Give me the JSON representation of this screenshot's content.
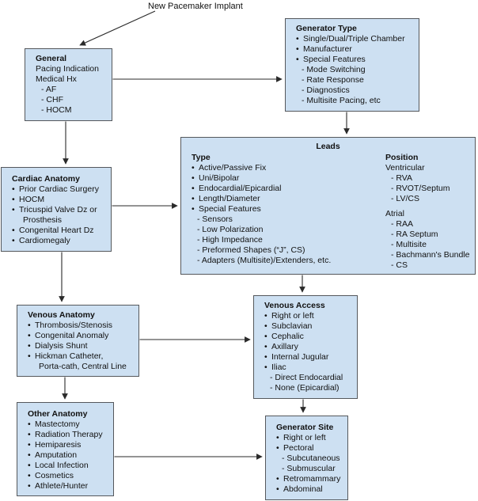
{
  "figure": {
    "root_label": "New Pacemaker Implant"
  },
  "colors": {
    "box_fill": "#cde0f2",
    "box_border": "#55585c",
    "connector": "#2a2a2a",
    "text": "#111111",
    "background": "#ffffff"
  },
  "boxes": {
    "general": {
      "title": "General",
      "lines": [
        {
          "style": "plain",
          "text": "Pacing Indication"
        },
        {
          "style": "plain",
          "text": "Medical Hx"
        },
        {
          "style": "dash",
          "text": "AF"
        },
        {
          "style": "dash",
          "text": "CHF"
        },
        {
          "style": "dash",
          "text": "HOCM"
        }
      ]
    },
    "generator_type": {
      "title": "Generator Type",
      "lines": [
        {
          "style": "bullet",
          "text": "Single/Dual/Triple Chamber"
        },
        {
          "style": "bullet",
          "text": "Manufacturer"
        },
        {
          "style": "bullet",
          "text": "Special Features"
        },
        {
          "style": "dash",
          "text": "Mode Switching"
        },
        {
          "style": "dash",
          "text": "Rate Response"
        },
        {
          "style": "dash",
          "text": "Diagnostics"
        },
        {
          "style": "dash",
          "text": "Multisite Pacing, etc"
        }
      ]
    },
    "leads": {
      "title": "Leads",
      "left": {
        "heading": "Type",
        "lines": [
          {
            "style": "bullet",
            "text": "Active/Passive Fix"
          },
          {
            "style": "bullet",
            "text": "Uni/Bipolar"
          },
          {
            "style": "bullet",
            "text": "Endocardial/Epicardial"
          },
          {
            "style": "bullet",
            "text": "Length/Diameter"
          },
          {
            "style": "bullet",
            "text": "Special Features"
          },
          {
            "style": "dash",
            "text": "Sensors"
          },
          {
            "style": "dash",
            "text": "Low Polarization"
          },
          {
            "style": "dash",
            "text": "High Impedance"
          },
          {
            "style": "dash",
            "text": "Preformed Shapes (“J”, CS)"
          },
          {
            "style": "dash",
            "text": "Adapters (Multisite)/Extenders, etc."
          }
        ]
      },
      "right": {
        "heading": "Position",
        "lines": [
          {
            "style": "plain",
            "text": "Ventricular"
          },
          {
            "style": "dash",
            "text": "RVA"
          },
          {
            "style": "dash",
            "text": "RVOT/Septum"
          },
          {
            "style": "dash",
            "text": "LV/CS"
          },
          {
            "style": "gap",
            "text": ""
          },
          {
            "style": "plain",
            "text": "Atrial"
          },
          {
            "style": "dash",
            "text": "RAA"
          },
          {
            "style": "dash",
            "text": "RA Septum"
          },
          {
            "style": "dash",
            "text": "Multisite"
          },
          {
            "style": "dash",
            "text": "Bachmann's Bundle"
          },
          {
            "style": "dash",
            "text": "CS"
          }
        ]
      }
    },
    "cardiac_anatomy": {
      "title": "Cardiac Anatomy",
      "lines": [
        {
          "style": "bullet",
          "text": "Prior Cardiac Surgery"
        },
        {
          "style": "bullet",
          "text": "HOCM"
        },
        {
          "style": "bullet",
          "text": "Tricuspid Valve Dz or"
        },
        {
          "style": "cont",
          "text": "Prosthesis"
        },
        {
          "style": "bullet",
          "text": "Congenital Heart Dz"
        },
        {
          "style": "bullet",
          "text": "Cardiomegaly"
        }
      ]
    },
    "venous_anatomy": {
      "title": "Venous Anatomy",
      "lines": [
        {
          "style": "bullet",
          "text": "Thrombosis/Stenosis"
        },
        {
          "style": "bullet",
          "text": "Congenital Anomaly"
        },
        {
          "style": "bullet",
          "text": "Dialysis Shunt"
        },
        {
          "style": "bullet",
          "text": "Hickman Catheter,"
        },
        {
          "style": "cont",
          "text": "Porta-cath, Central Line"
        }
      ]
    },
    "venous_access": {
      "title": "Venous Access",
      "lines": [
        {
          "style": "bullet",
          "text": "Right or left"
        },
        {
          "style": "bullet",
          "text": "Subclavian"
        },
        {
          "style": "bullet",
          "text": "Cephalic"
        },
        {
          "style": "bullet",
          "text": "Axillary"
        },
        {
          "style": "bullet",
          "text": "Internal Jugular"
        },
        {
          "style": "bullet",
          "text": "Iliac"
        },
        {
          "style": "dash",
          "text": "Direct Endocardial"
        },
        {
          "style": "dash",
          "text": "None (Epicardial)"
        }
      ]
    },
    "other_anatomy": {
      "title": "Other Anatomy",
      "lines": [
        {
          "style": "bullet",
          "text": "Mastectomy"
        },
        {
          "style": "bullet",
          "text": "Radiation Therapy"
        },
        {
          "style": "bullet",
          "text": "Hemiparesis"
        },
        {
          "style": "bullet",
          "text": "Amputation"
        },
        {
          "style": "bullet",
          "text": "Local Infection"
        },
        {
          "style": "bullet",
          "text": "Cosmetics"
        },
        {
          "style": "bullet",
          "text": "Athlete/Hunter"
        }
      ]
    },
    "generator_site": {
      "title": "Generator Site",
      "lines": [
        {
          "style": "bullet",
          "text": "Right or left"
        },
        {
          "style": "bullet",
          "text": "Pectoral"
        },
        {
          "style": "dash",
          "text": "Subcutaneous"
        },
        {
          "style": "dash",
          "text": "Submuscular"
        },
        {
          "style": "bullet",
          "text": "Retromammary"
        },
        {
          "style": "bullet",
          "text": "Abdominal"
        }
      ]
    }
  }
}
